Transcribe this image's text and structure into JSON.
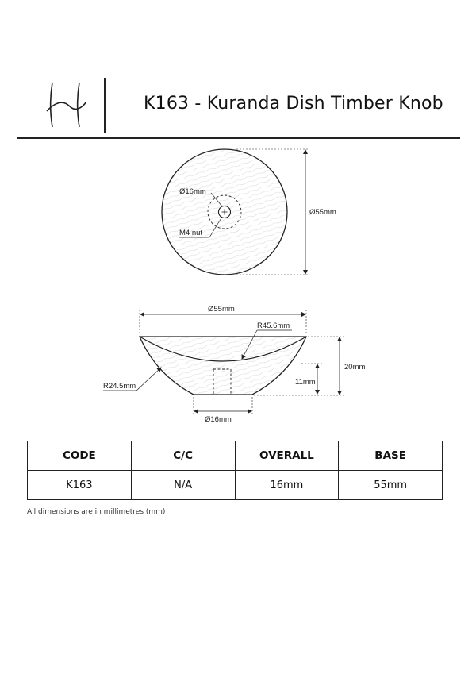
{
  "header": {
    "logo_icon": "h-monogram-logo",
    "title": "K163 - Kuranda Dish Timber Knob"
  },
  "drawing": {
    "top_view": {
      "hole_diameter": "Ø16mm",
      "nut": "M4 nut",
      "outer_diameter": "Ø55mm"
    },
    "side_view": {
      "width": "Ø55mm",
      "top_radius": "R45.6mm",
      "side_radius": "R24.5mm",
      "base_height": "11mm",
      "overall_height": "20mm",
      "base_diameter": "Ø16mm"
    }
  },
  "table": {
    "headers": [
      "CODE",
      "C/C",
      "OVERALL",
      "BASE"
    ],
    "row": [
      "K163",
      "N/A",
      "16mm",
      "55mm"
    ]
  },
  "note": "All dimensions are in millimetres (mm)"
}
